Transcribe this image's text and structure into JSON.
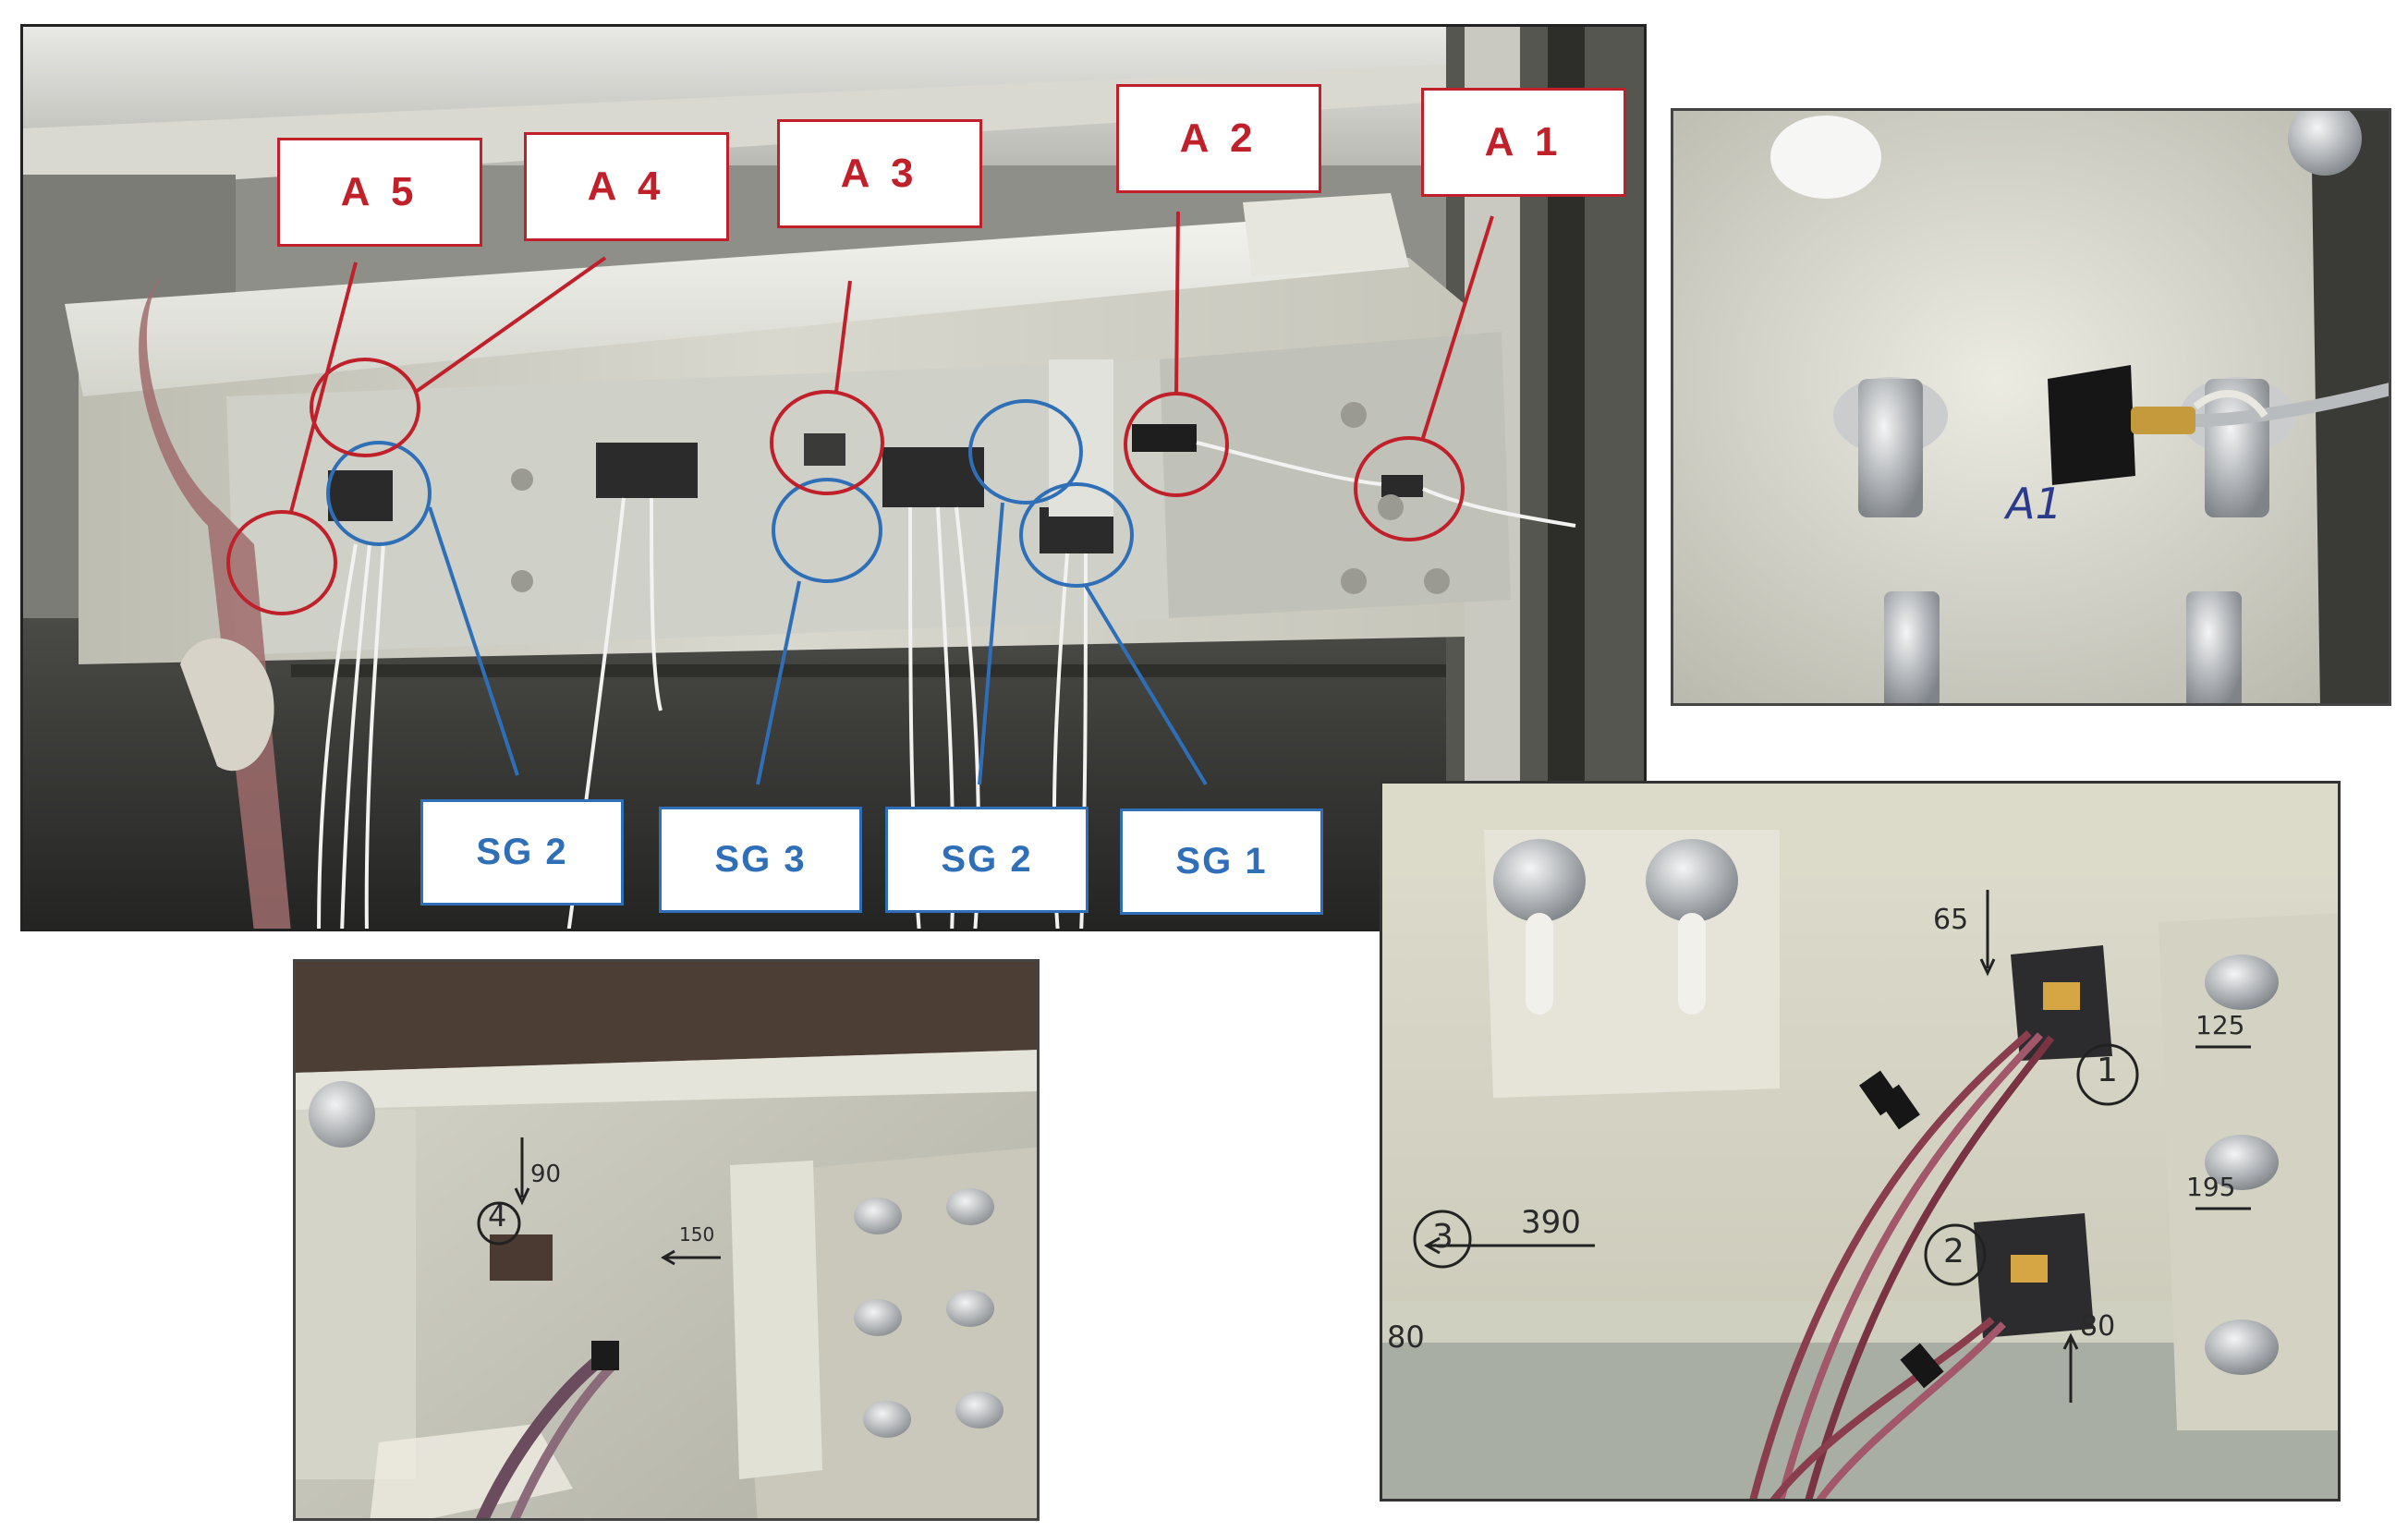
{
  "colors": {
    "accelerometer": "#c0202a",
    "strain_gauge": "#2f6fb7"
  },
  "main_photo": {
    "accelerometer_labels": [
      "A 5",
      "A 4",
      "A 3",
      "A 2",
      "A 1"
    ],
    "strain_gauge_labels": [
      "SG 2",
      "SG 3",
      "SG 2",
      "SG 1"
    ]
  },
  "top_right_photo": {
    "marking": "A1"
  },
  "bottom_left_photo": {
    "gauge_number": "4",
    "dim_vertical": "90",
    "dim_horizontal": "150"
  },
  "bottom_right_photo": {
    "gauge_1": "1",
    "gauge_2": "2",
    "gauge_3": "3",
    "dim_top": "65",
    "dim_right_top": "125",
    "dim_right_bottom": "195",
    "dim_left": "390",
    "dim_left_edge": "80",
    "dim_bottom": "80"
  }
}
